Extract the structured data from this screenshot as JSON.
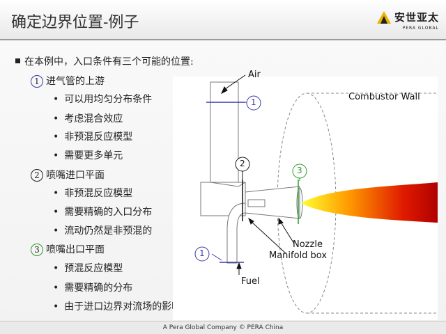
{
  "slide": {
    "title": "确定边界位置-例子",
    "logo": {
      "text": "安世亚太",
      "sub": "PERA GLOBAL"
    },
    "lead": "在本例中，入口条件有三个可能的位置:",
    "items": [
      {
        "num": "1",
        "label": "进气管的上游",
        "bullets": [
          "可以用均匀分布条件",
          "考虑混合效应",
          "非预混反应模型",
          "需要更多单元"
        ]
      },
      {
        "num": "2",
        "label": "喷嘴进口平面",
        "bullets": [
          "非预混反应模型",
          "需要精确的入口分布",
          "流动仍然是非预混的"
        ]
      },
      {
        "num": "3",
        "label": "喷嘴出口平面",
        "bullets": [
          "预混反应模型",
          "需要精确的分布",
          "由于进口边界对流场的影响很大，不建议使用"
        ]
      }
    ],
    "footer": "A Pera Global Company ©  PERA China"
  },
  "figure": {
    "labels": {
      "air": "Air",
      "wall": "Combustor Wall",
      "nozzle": "Nozzle",
      "manifold": "Manifold box",
      "fuel": "Fuel"
    },
    "markers": {
      "m1a": "1",
      "m1b": "1",
      "m2": "2",
      "m3": "3"
    },
    "colors": {
      "marker_blue": "#3a3aa8",
      "marker_green": "#2d9a2d"
    }
  }
}
